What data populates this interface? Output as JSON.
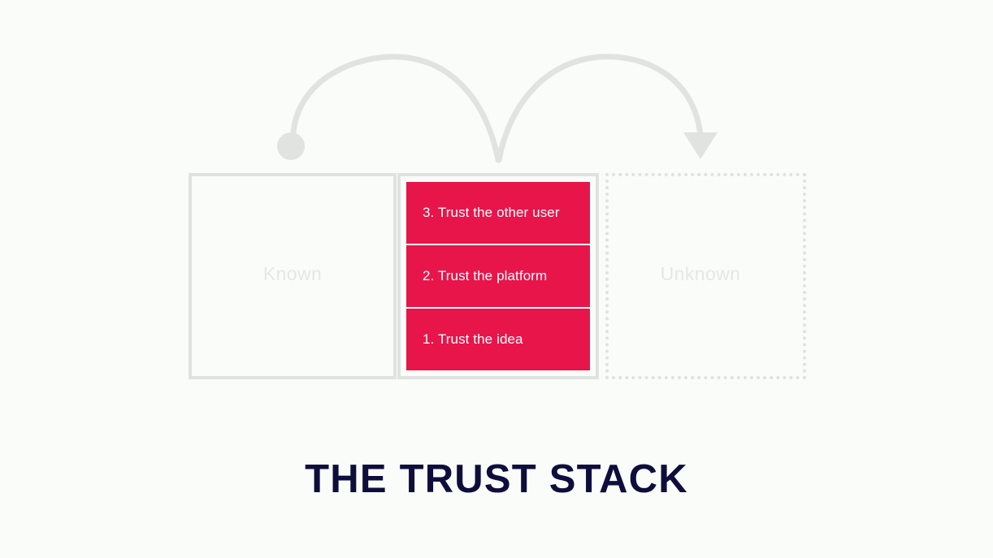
{
  "title": "THE TRUST STACK",
  "zones": {
    "known_label": "Known",
    "unknown_label": "Unknown"
  },
  "stack": {
    "items": [
      {
        "label": "3. Trust the other user"
      },
      {
        "label": "2. Trust the platform"
      },
      {
        "label": "1. Trust the idea"
      }
    ]
  },
  "flow": {
    "start_icon": "circle-dot-icon",
    "end_icon": "arrowhead-down-icon",
    "path_icon": "double-arc-arrow-icon"
  },
  "colors": {
    "background": "#fafcfa",
    "accent_red": "#e8154a",
    "frame_gray": "#dfe2df",
    "label_gray": "#e4e8e4",
    "title_navy": "#0e0e3c",
    "item_text": "#ffffff"
  },
  "chart_data": {
    "type": "diagram",
    "title": "THE TRUST STACK",
    "layers": [
      {
        "order": 3,
        "name": "Trust the other user"
      },
      {
        "order": 2,
        "name": "Trust the platform"
      },
      {
        "order": 1,
        "name": "Trust the idea"
      }
    ],
    "zones": [
      "Known",
      "Unknown"
    ],
    "flow": "Known -> Trust Stack -> Unknown"
  }
}
